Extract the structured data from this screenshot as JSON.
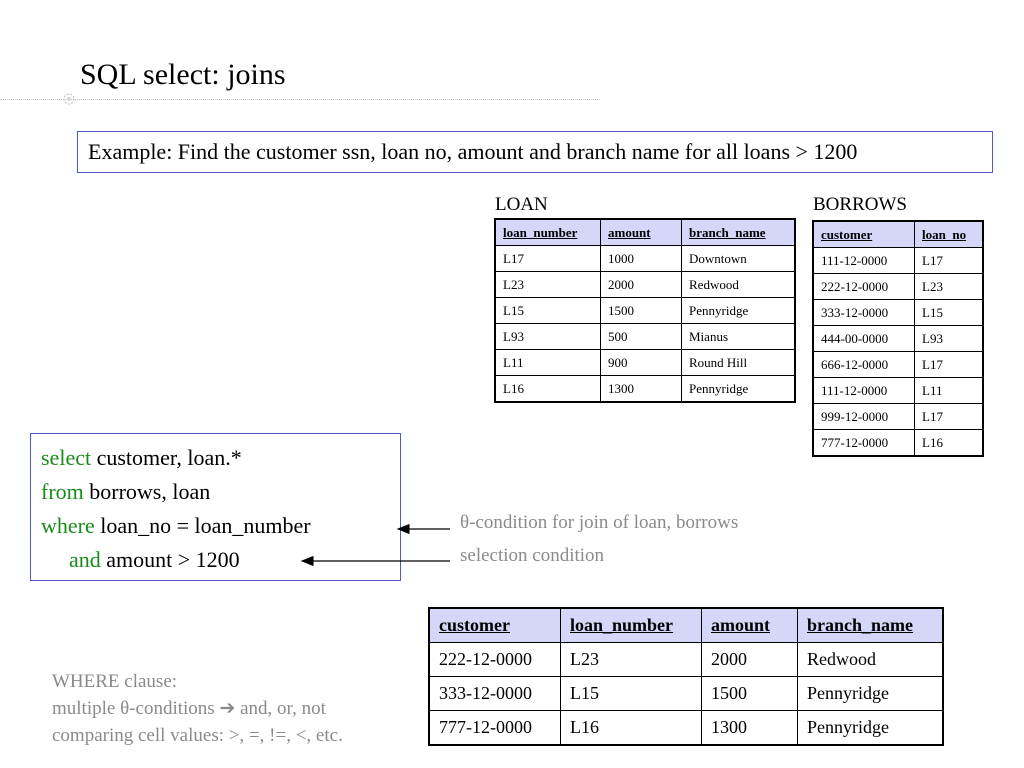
{
  "slide": {
    "title": "SQL select: joins",
    "example": "Example: Find the customer ssn, loan no, amount and branch name for all loans > 1200"
  },
  "loan_table": {
    "label": "LOAN",
    "headers": [
      "loan_number",
      "amount",
      "branch_name"
    ],
    "rows": [
      [
        "L17",
        "1000",
        "Downtown"
      ],
      [
        "L23",
        "2000",
        "Redwood"
      ],
      [
        "L15",
        "1500",
        "Pennyridge"
      ],
      [
        "L93",
        "500",
        "Mianus"
      ],
      [
        "L11",
        "900",
        "Round Hill"
      ],
      [
        "L16",
        "1300",
        "Pennyridge"
      ]
    ]
  },
  "borrows_table": {
    "label": "BORROWS",
    "headers": [
      "customer",
      "loan_no"
    ],
    "rows": [
      [
        "111-12-0000",
        "L17"
      ],
      [
        "222-12-0000",
        "L23"
      ],
      [
        "333-12-0000",
        "L15"
      ],
      [
        "444-00-0000",
        "L93"
      ],
      [
        "666-12-0000",
        "L17"
      ],
      [
        "111-12-0000",
        "L11"
      ],
      [
        "999-12-0000",
        "L17"
      ],
      [
        "777-12-0000",
        "L16"
      ]
    ]
  },
  "query": {
    "select_kw": "select",
    "select_rest": " customer, loan.*",
    "from_kw": "from",
    "from_rest": " borrows, loan",
    "where_kw": "where",
    "where_rest": " loan_no = loan_number",
    "and_kw": "and",
    "and_rest": " amount > 1200"
  },
  "annotations": {
    "theta_condition": "θ-condition for join of loan, borrows",
    "selection_condition": "selection condition"
  },
  "result_table": {
    "headers": [
      "customer",
      "loan_number",
      "amount",
      "branch_name"
    ],
    "rows": [
      [
        "222-12-0000",
        "L23",
        "2000",
        "Redwood"
      ],
      [
        "333-12-0000",
        "L15",
        "1500",
        "Pennyridge"
      ],
      [
        "777-12-0000",
        "L16",
        "1300",
        "Pennyridge"
      ]
    ]
  },
  "where_note": {
    "line1": "WHERE clause:",
    "line2": "multiple θ-conditions ➔ and, or, not",
    "line3": "comparing cell values: >, =, !=, <, etc."
  },
  "colors": {
    "box_border": "#4d59c9",
    "header_bg": "#d6d6f9",
    "keyword": "#1a8a1a",
    "note_gray": "#8a8a8a"
  }
}
